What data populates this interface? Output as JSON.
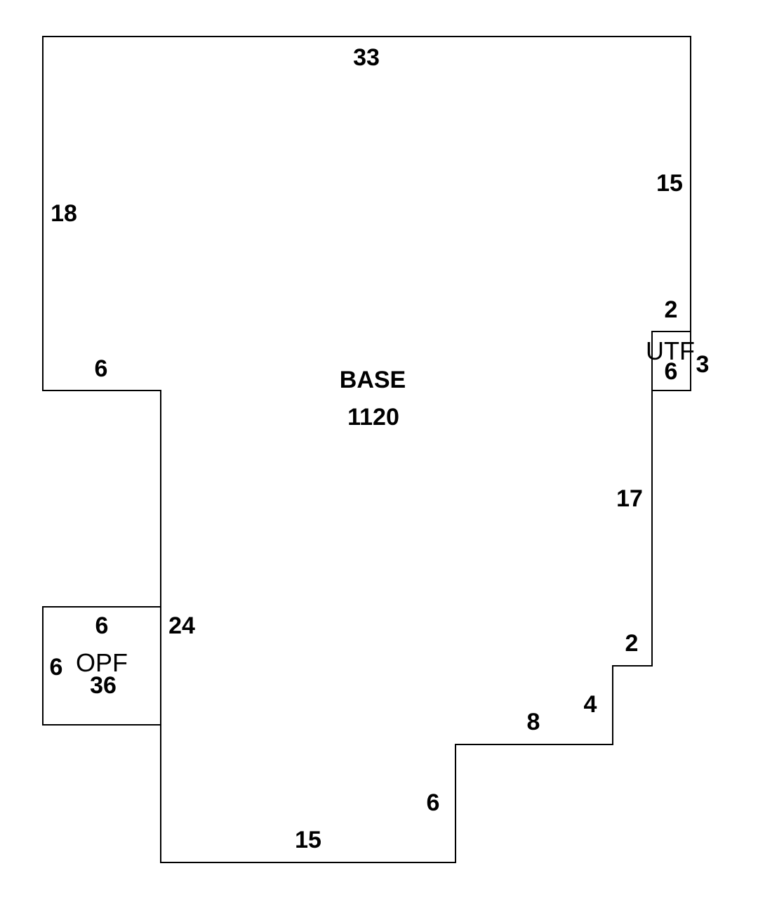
{
  "areas": {
    "base": {
      "name": "BASE",
      "area": "1120"
    },
    "opf": {
      "name": "OPF",
      "area": "36"
    },
    "utf": {
      "name": "UTF"
    }
  },
  "dimensions": {
    "top": "33",
    "right_upper": "15",
    "left": "18",
    "utf_top": "2",
    "left_step": "6",
    "utf_width": "6",
    "utf_side": "3",
    "right_mid": "17",
    "left_lower": "24",
    "opf_top": "6",
    "opf_side": "6",
    "notch_top": "2",
    "notch_side": "4",
    "notch_bottom": "8",
    "lower_step": "6",
    "bottom": "15"
  }
}
